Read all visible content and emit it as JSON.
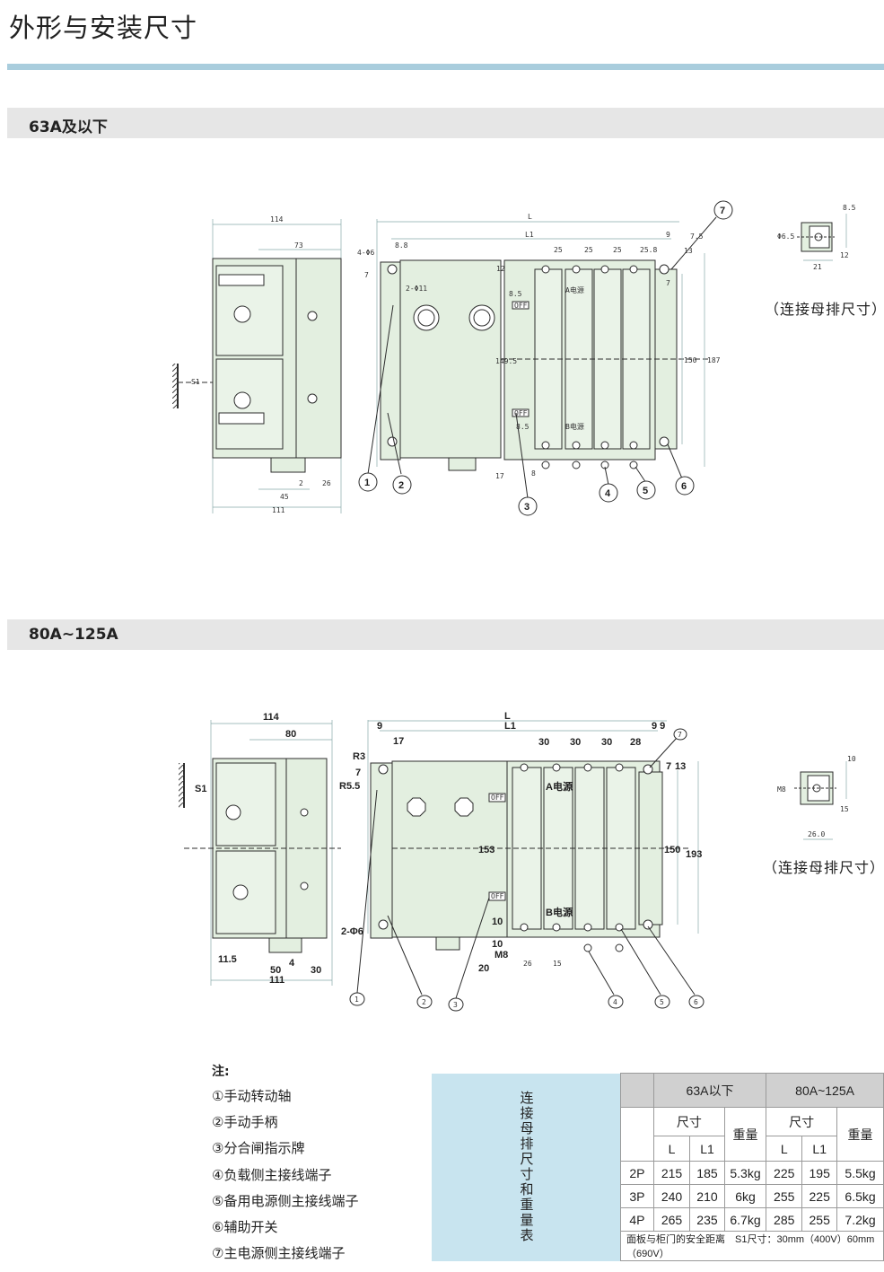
{
  "page": {
    "title": "外形与安装尺寸"
  },
  "sections": [
    {
      "title": "63A及以下"
    },
    {
      "title": "80A~125A"
    }
  ],
  "drawing1": {
    "side": {
      "w_total": "114",
      "w_body": "73",
      "s1": "S1",
      "b45": "45",
      "b2": "2",
      "b26": "26",
      "b111": "111"
    },
    "front": {
      "L": "L",
      "L1": "L1",
      "d88": "8.8",
      "d9": "9",
      "d75": "7.5",
      "d25a": "25",
      "d25b": "25",
      "d25c": "25",
      "d258": "25.8",
      "hole": "4-Φ6",
      "hole2": "2-Φ11",
      "d7": "7",
      "d12": "12",
      "d85a": "8.5",
      "d1495": "149.5",
      "d85b": "8.5",
      "d17": "17",
      "d8": "8",
      "d13": "13",
      "d7b": "7",
      "h150": "150",
      "h187": "187",
      "lbl_a": "A电源",
      "lbl_b": "B电源",
      "off": "OFF"
    },
    "callouts": [
      "1",
      "2",
      "3",
      "4",
      "5",
      "6",
      "7"
    ],
    "busbar": {
      "d85": "8.5",
      "d65": "Φ6.5",
      "d12": "12",
      "d21": "21"
    },
    "busbar_caption": "（连接母排尺寸）"
  },
  "drawing2": {
    "side": {
      "w_total": "114",
      "w_body": "80",
      "s1": "S1",
      "b115": "11.5",
      "b50": "50",
      "b4": "4",
      "b30": "30",
      "b111": "111"
    },
    "front": {
      "L": "L",
      "L1": "L1",
      "d9": "9",
      "d99": "9 9",
      "d17": "17",
      "d30a": "30",
      "d30b": "30",
      "d30c": "30",
      "d28": "28",
      "r3": "R3",
      "d7": "7",
      "r55": "R5.5",
      "hole": "2-Φ6",
      "h153": "153",
      "d10a": "10",
      "d10b": "10",
      "m8": "M8",
      "d20": "20",
      "d26": "26",
      "d15": "15",
      "d7b": "7",
      "d13": "13",
      "h150": "150",
      "h193": "193",
      "lbl_a": "A电源",
      "lbl_b": "B电源",
      "off": "OFF"
    },
    "callouts": [
      "1",
      "2",
      "3",
      "4",
      "5",
      "6",
      "7"
    ],
    "busbar": {
      "d10": "10",
      "m8": "M8",
      "d15": "15",
      "d26": "26.0"
    },
    "busbar_caption": "（连接母排尺寸）"
  },
  "notes": {
    "heading": "注:",
    "items": [
      "①手动转动轴",
      "②手动手柄",
      "③分合闸指示牌",
      "④负载侧主接线端子",
      "⑤备用电源侧主接线端子",
      "⑥辅助开关",
      "⑦主电源侧主接线端子"
    ]
  },
  "table": {
    "side_label": "连接母排尺寸和重量表",
    "groups": [
      "63A以下",
      "80A~125A"
    ],
    "size": "尺寸",
    "weight": "重量",
    "L": "L",
    "L1": "L1",
    "rows": [
      {
        "pole": "2P",
        "a_L": "215",
        "a_L1": "185",
        "a_w": "5.3kg",
        "b_L": "225",
        "b_L1": "195",
        "b_w": "5.5kg"
      },
      {
        "pole": "3P",
        "a_L": "240",
        "a_L1": "210",
        "a_w": "6kg",
        "b_L": "255",
        "b_L1": "225",
        "b_w": "6.5kg"
      },
      {
        "pole": "4P",
        "a_L": "265",
        "a_L1": "235",
        "a_w": "6.7kg",
        "b_L": "285",
        "b_L1": "255",
        "b_w": "7.2kg"
      }
    ],
    "footer": "面板与柜门的安全距离　S1尺寸：30mm（400V）60mm（690V）"
  }
}
